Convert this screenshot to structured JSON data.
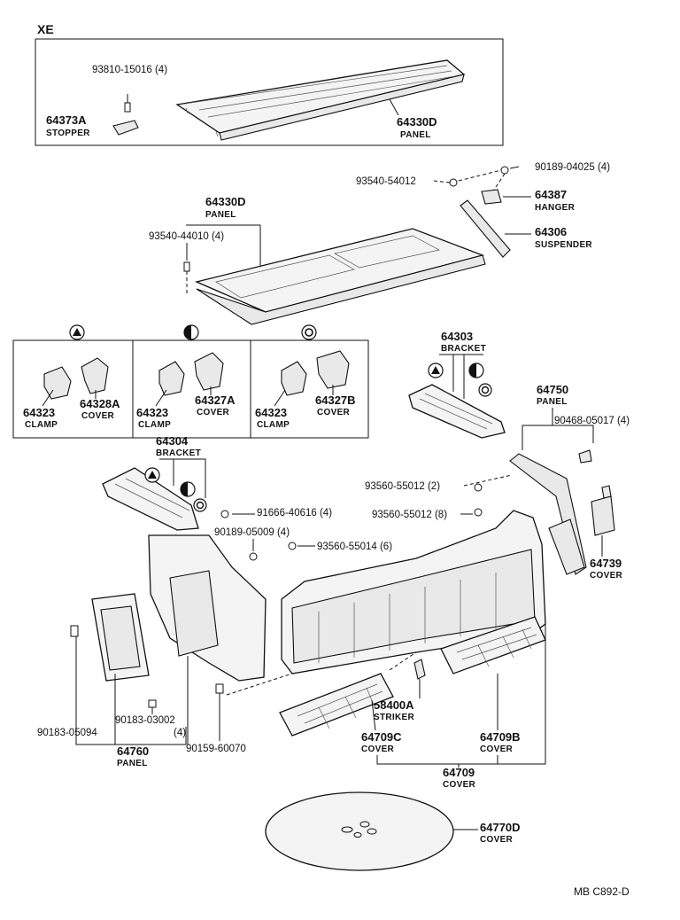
{
  "xe_label": "XE",
  "footer_code": "MB  C892-D",
  "labels": {
    "p93810": "93810-15016 (4)",
    "p64373a": "64373A",
    "stopper": "STOPPER",
    "p64330d_top": "64330D",
    "panel_top": "PANEL",
    "p93540_54012": "93540-54012",
    "p90189_04025": "90189-04025 (4)",
    "p64387": "64387",
    "hanger": "HANGER",
    "p64306": "64306",
    "suspender": "SUSPENDER",
    "p64330d_mid": "64330D",
    "panel_mid": "PANEL",
    "p93540_44010": "93540-44010 (4)",
    "p64323_a": "64323",
    "clamp_a": "CLAMP",
    "p64328a": "64328A",
    "cover_a": "COVER",
    "p64323_b": "64323",
    "clamp_b": "CLAMP",
    "p64327a": "64327A",
    "cover_b": "COVER",
    "p64323_c": "64323",
    "clamp_c": "CLAMP",
    "p64327b": "64327B",
    "cover_c": "COVER",
    "p64303": "64303",
    "bracket_r": "BRACKET",
    "p64750": "64750",
    "panel_r": "PANEL",
    "p90468": "90468-05017 (4)",
    "p64304": "64304",
    "bracket_l": "BRACKET",
    "p93560_55012_2": "93560-55012 (2)",
    "p91666": "91666-40616 (4)",
    "p93560_55012_8": "93560-55012 (8)",
    "p90189_05009": "90189-05009 (4)",
    "p93560_55014": "93560-55014 (6)",
    "p64739": "64739",
    "cover_739": "COVER",
    "p58400a": "58400A",
    "striker": "STRIKER",
    "p90183_05094": "90183-05094",
    "p90183_03002": "90183-03002",
    "qty_4": "(4)",
    "p64760": "64760",
    "panel_760": "PANEL",
    "p90159": "90159-60070",
    "p64709c": "64709C",
    "cover_709c": "COVER",
    "p64709b": "64709B",
    "cover_709b": "COVER",
    "p64709": "64709",
    "cover_709": "COVER",
    "p64770d": "64770D",
    "cover_770d": "COVER"
  }
}
